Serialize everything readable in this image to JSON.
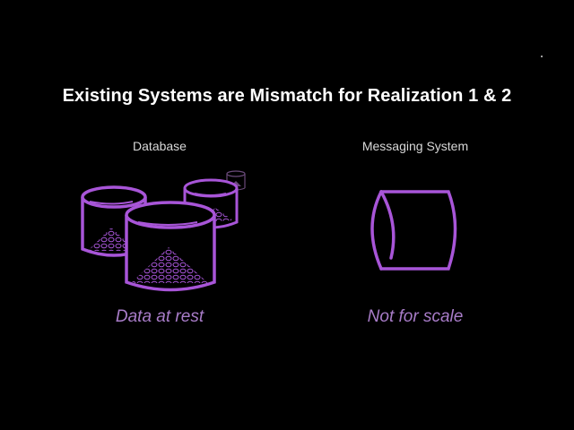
{
  "slide": {
    "title": "Existing Systems are Mismatch for Realization 1 & 2",
    "columns": [
      {
        "label": "Database",
        "caption": "Data at rest",
        "icon": "database-cylinders-icon"
      },
      {
        "label": "Messaging System",
        "caption": "Not for scale",
        "icon": "pipe-cylinder-icon"
      }
    ]
  },
  "colors": {
    "background": "#000000",
    "accent": "#a855d8",
    "caption": "#a87cc8",
    "title": "#ffffff"
  }
}
